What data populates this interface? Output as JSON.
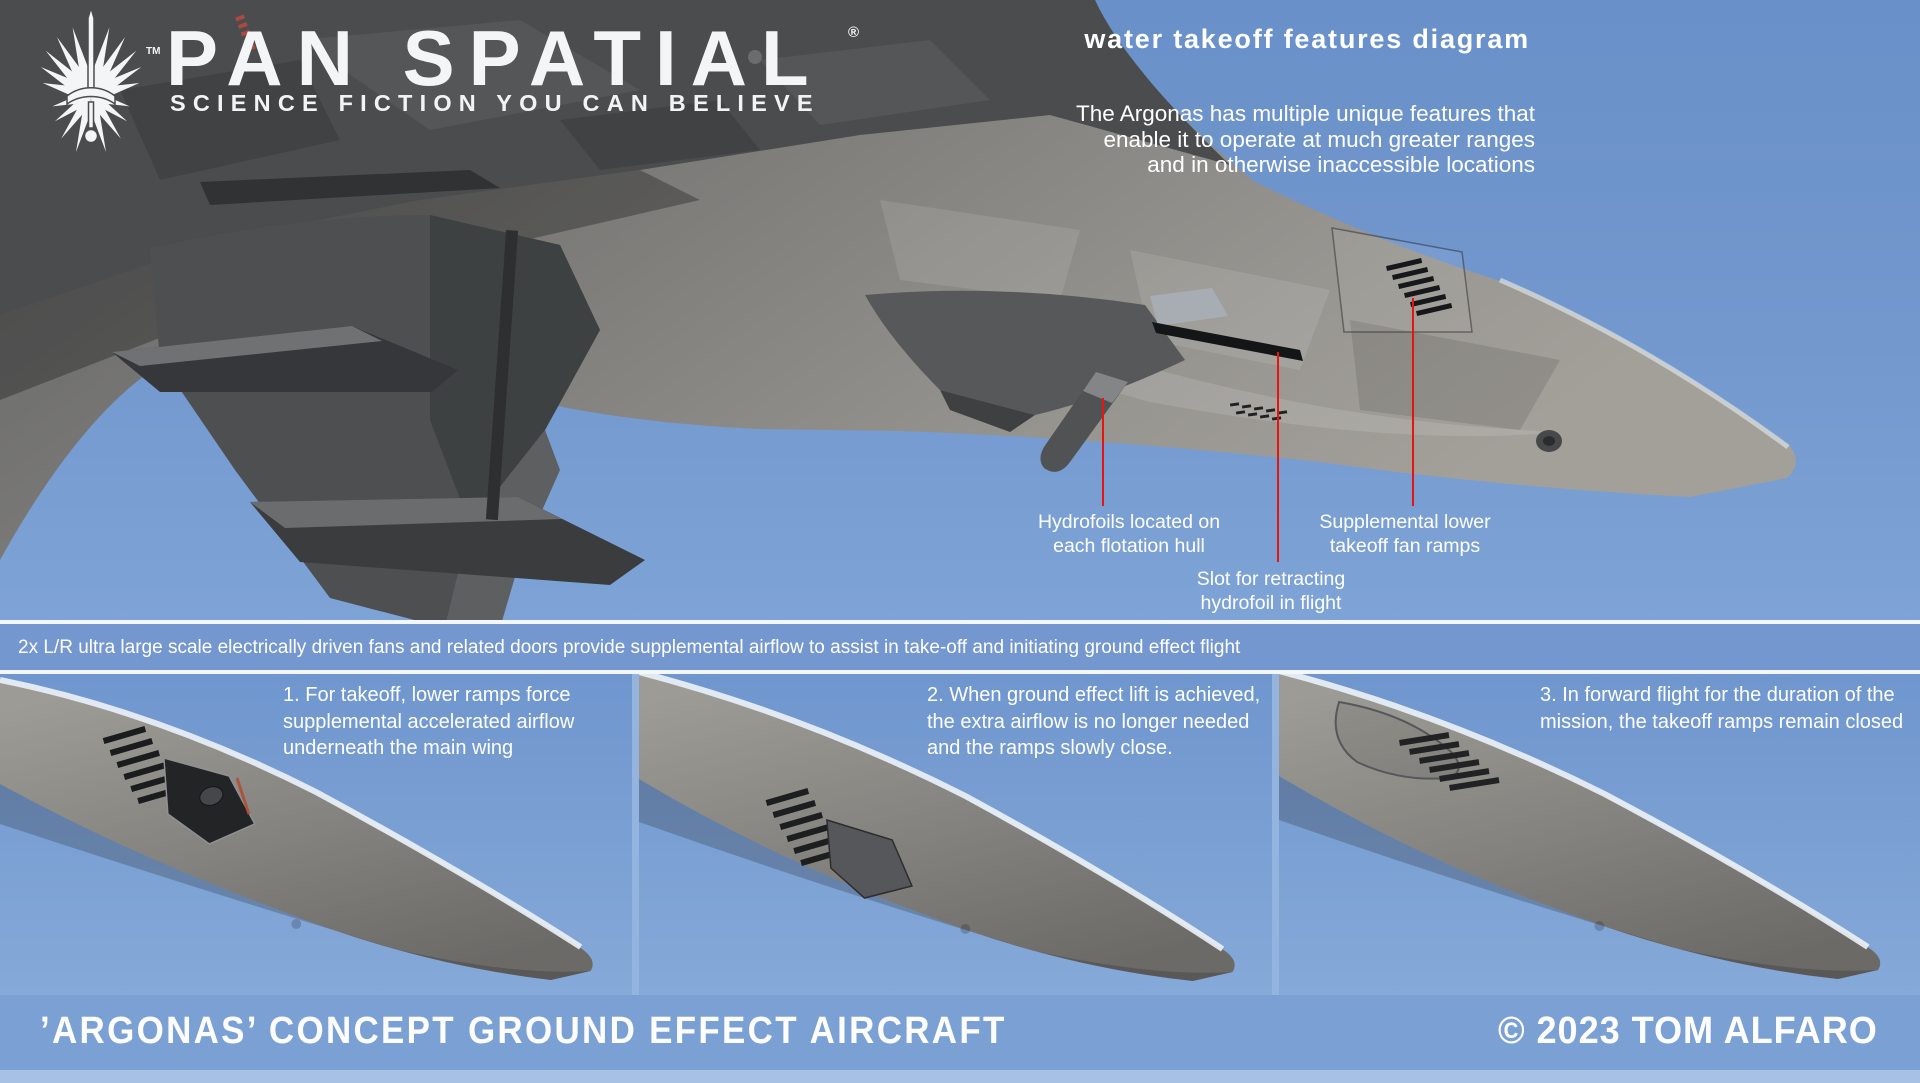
{
  "brand": {
    "name": "PAN SPATIAL",
    "registered_mark": "®",
    "trademark_mark": "TM",
    "tagline": "SCIENCE FICTION YOU CAN BELIEVE",
    "emblem_icon": "winged-sword-emblem"
  },
  "header": {
    "diagram_title": "water takeoff features diagram",
    "intro_lines": [
      "The Argonas has multiple unique features that",
      "enable it to operate at much greater ranges",
      "and in otherwise inaccessible locations"
    ]
  },
  "hero_annotations": [
    {
      "id": "hydrofoils",
      "lines": [
        "Hydrofoils located on",
        "each flotation hull"
      ]
    },
    {
      "id": "retraction-slot",
      "lines": [
        "Slot for retracting",
        "hydrofoil in flight"
      ]
    },
    {
      "id": "fan-ramps",
      "lines": [
        "Supplemental lower",
        "takeoff fan ramps"
      ]
    }
  ],
  "feature_band_text": "2x L/R ultra large scale electrically driven fans and related doors provide supplemental airflow to assist in take-off and initiating ground effect flight",
  "panels": [
    {
      "caption_lines": [
        "1. For takeoff, lower ramps force",
        "supplemental accelerated airflow",
        "underneath the main wing"
      ]
    },
    {
      "caption_lines": [
        "2. When ground effect lift is achieved,",
        "the extra airflow is no longer needed",
        "and the ramps slowly close."
      ]
    },
    {
      "caption_lines": [
        "3. In forward flight for the duration of the",
        "mission, the takeoff ramps remain closed"
      ]
    }
  ],
  "footer": {
    "title": "’ARGONAS’ CONCEPT GROUND EFFECT AIRCRAFT",
    "copyright": "© 2023  TOM ALFARO"
  },
  "colors": {
    "sky_top": "#6a90c9",
    "sky_bottom": "#7ea3d6",
    "panel_sky_top": "#6f96ce",
    "panel_sky_bottom": "#85a9d8",
    "band_blue": "#7397ce",
    "footer_blue": "#7ba1d4",
    "footer_strip": "#a6c1e3",
    "rule_white": "#f3f7fb",
    "annotation_red": "#e8140d",
    "text_white": "#ffffff",
    "hull_light_gray": "#9b9a95",
    "hull_dark_gray": "#4a4c4e"
  }
}
